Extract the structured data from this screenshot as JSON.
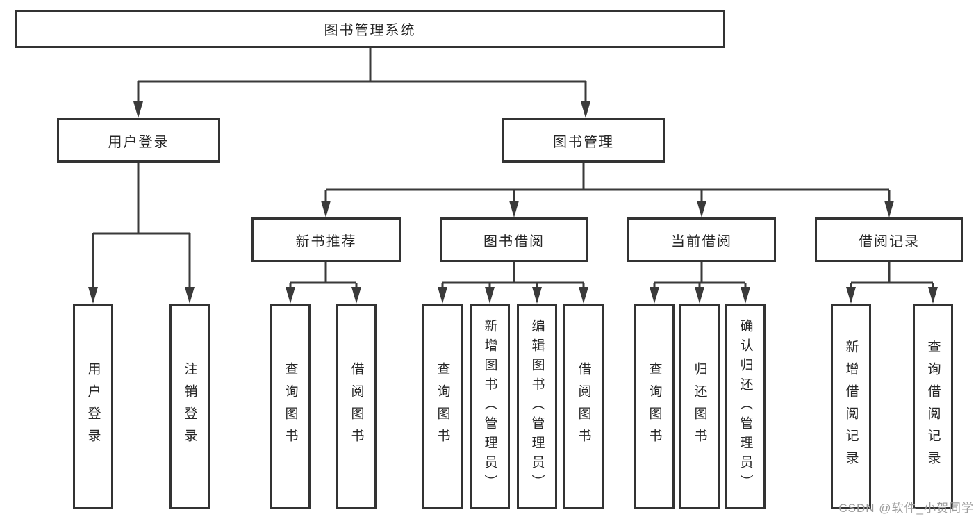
{
  "diagram_title": "图书管理系统",
  "nodes": {
    "root": "图书管理系统",
    "user_login": "用户登录",
    "book_mgmt": "图书管理",
    "new_book_rec": "新书推荐",
    "book_borrow": "图书借阅",
    "current_borrow": "当前借阅",
    "borrow_record": "借阅记录",
    "user_login_children": [
      "用户登录",
      "注销登录"
    ],
    "new_book_rec_children": [
      "查询图书",
      "借阅图书"
    ],
    "book_borrow_children": [
      "查询图书",
      "新增图书（管理员）",
      "编辑图书（管理员）",
      "借阅图书"
    ],
    "current_borrow_children": [
      "查询图书",
      "归还图书",
      "确认归还（管理员）"
    ],
    "borrow_record_children": [
      "新增借阅记录",
      "查询借阅记录"
    ]
  },
  "watermark": "CSDN @软件_小贺同学",
  "colors": {
    "line": "#3a3a3a",
    "box_border": "#333333",
    "text": "#262626",
    "watermark": "#9c9c9c",
    "background": "#ffffff"
  }
}
